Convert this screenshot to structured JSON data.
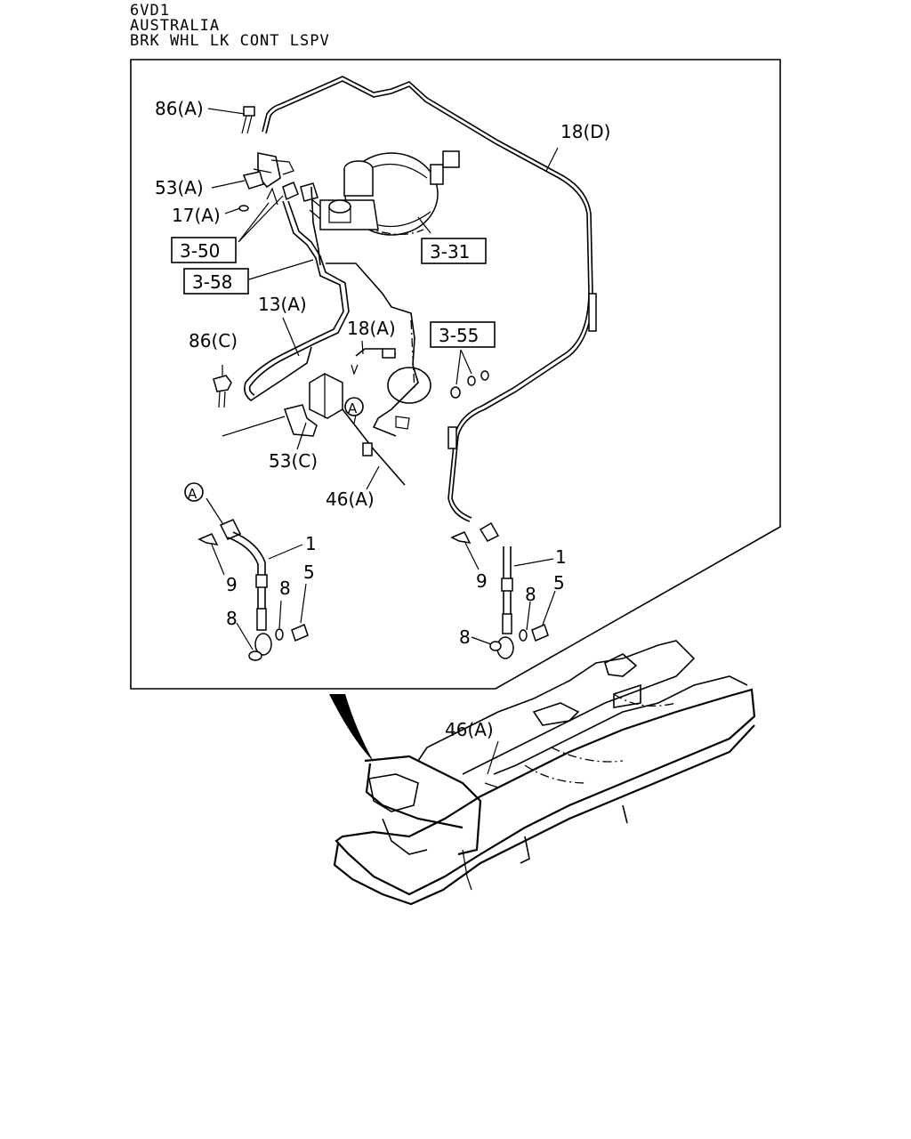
{
  "header": {
    "model": "6VD1",
    "region": "AUSTRALIA",
    "section": "BRK WHL LK CONT LSPV"
  },
  "callouts": {
    "p86a": "86(A)",
    "p53a": "53(A)",
    "p17a": "17(A)",
    "p18d": "18(D)",
    "p13a": "13(A)",
    "p18a": "18(A)",
    "p86c": "86(C)",
    "p53c": "53(C)",
    "p46a": "46(A)",
    "p46a_frame": "46(A)",
    "p1_left": "1",
    "p9_left": "9",
    "p8_left_a": "8",
    "p5_left": "5",
    "p8_left_b": "8",
    "p1_right": "1",
    "p9_right": "9",
    "p8_right_a": "8",
    "p5_right": "5",
    "p8_right_b": "8",
    "circle_a_1": "A",
    "circle_a_2": "A"
  },
  "references": {
    "r3_50": "3-50",
    "r3_58": "3-58",
    "r3_31": "3-31",
    "r3_55": "3-55"
  }
}
